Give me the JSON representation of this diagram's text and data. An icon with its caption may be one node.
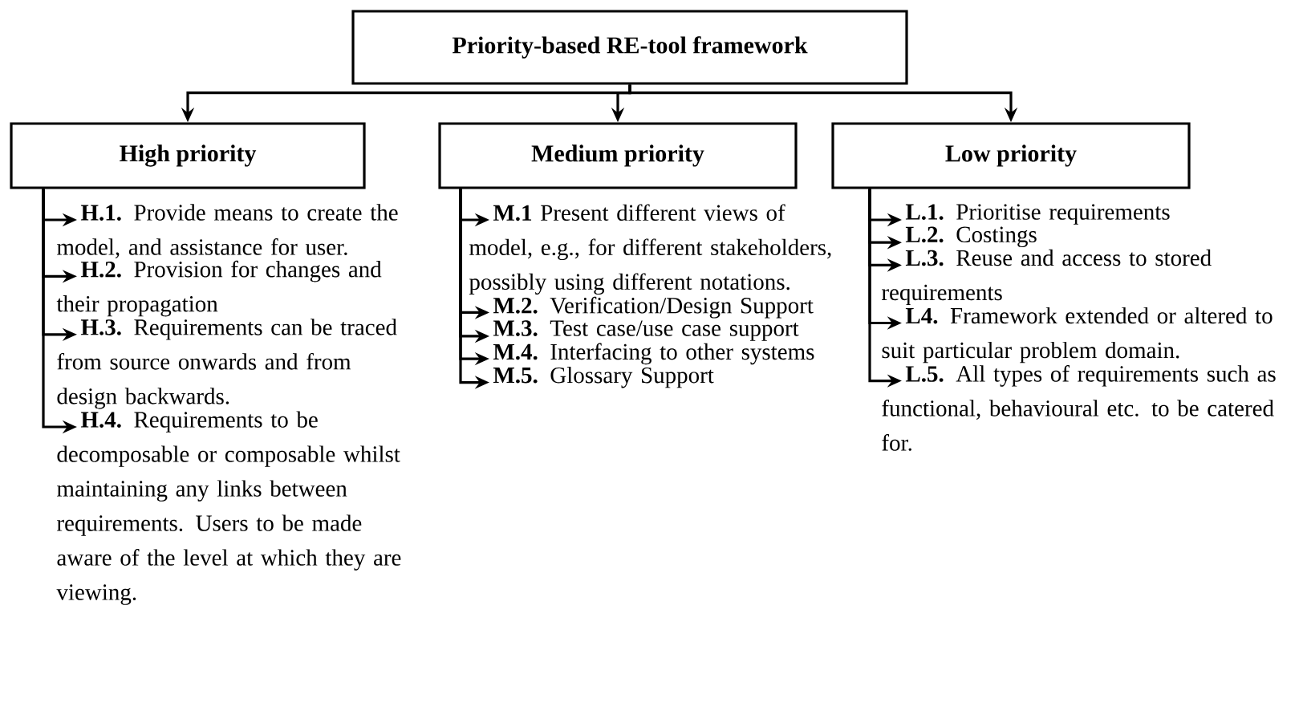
{
  "diagram": {
    "nodes": [
      {
        "text": [
          "Priority-based RE-tool framework"
        ]
      },
      {
        "text": [
          "High priority"
        ]
      },
      {
        "text": [
          "Medium priority"
        ]
      },
      {
        "text": [
          "Low priority"
        ]
      },
      {
        "text": [
          "**H.1.** Provide means to create the model, and assistance for user."
        ]
      },
      {
        "text": [
          "**H.2.** Provision for changes and their propagation"
        ]
      },
      {
        "text": [
          "**H.3.** Requirements can be traced from source onwards and from design backwards."
        ]
      },
      {
        "text": [
          "**H.4.** Requirements to be decomposable or composable whilst maintaining any links between requirements. Users to be made aware of the level at which they are viewing."
        ]
      },
      {
        "text": [
          "**M.1** Present different views of model, e.g., for different stakeholders, possibly using different notations."
        ]
      },
      {
        "text": [
          "**M.2.** Verification/Design Support"
        ]
      },
      {
        "text": [
          "**M.3.** Test case/use case support"
        ]
      },
      {
        "text": [
          "**M.4.** Interfacing to other systems"
        ]
      },
      {
        "text": [
          "**M.5.** Glossary Support"
        ]
      },
      {
        "text": [
          "**L.1.** Prioritise requirements"
        ]
      },
      {
        "text": [
          "**L.2.** Costings"
        ]
      },
      {
        "text": [
          "**L.3.** Reuse and access to stored requirements"
        ]
      },
      {
        "text": [
          "**L4.** Framework extended or altered to suit particular problem domain."
        ]
      },
      {
        "text": [
          "**L.5.** All types of requirements such as functional, behavioural etc. to be catered for."
        ]
      }
    ],
    "edges": [
      {
        "from": 0,
        "to": 1,
        "arrow": "to"
      },
      {
        "from": 0,
        "to": 2,
        "arrow": "to"
      },
      {
        "from": 0,
        "to": 3,
        "arrow": "to"
      },
      {
        "from": 1,
        "to": 4,
        "arrow": "to"
      },
      {
        "from": 1,
        "to": 5,
        "arrow": "to"
      },
      {
        "from": 1,
        "to": 6,
        "arrow": "to"
      },
      {
        "from": 1,
        "to": 7,
        "arrow": "to"
      },
      {
        "from": 2,
        "to": 8,
        "arrow": "to"
      },
      {
        "from": 2,
        "to": 9,
        "arrow": "to"
      },
      {
        "from": 2,
        "to": 10,
        "arrow": "to"
      },
      {
        "from": 2,
        "to": 11,
        "arrow": "to"
      },
      {
        "from": 2,
        "to": 12,
        "arrow": "to"
      },
      {
        "from": 3,
        "to": 13,
        "arrow": "to"
      },
      {
        "from": 3,
        "to": 14,
        "arrow": "to"
      },
      {
        "from": 3,
        "to": 15,
        "arrow": "to"
      },
      {
        "from": 3,
        "to": 16,
        "arrow": "to"
      },
      {
        "from": 3,
        "to": 17,
        "arrow": "to"
      }
    ]
  }
}
